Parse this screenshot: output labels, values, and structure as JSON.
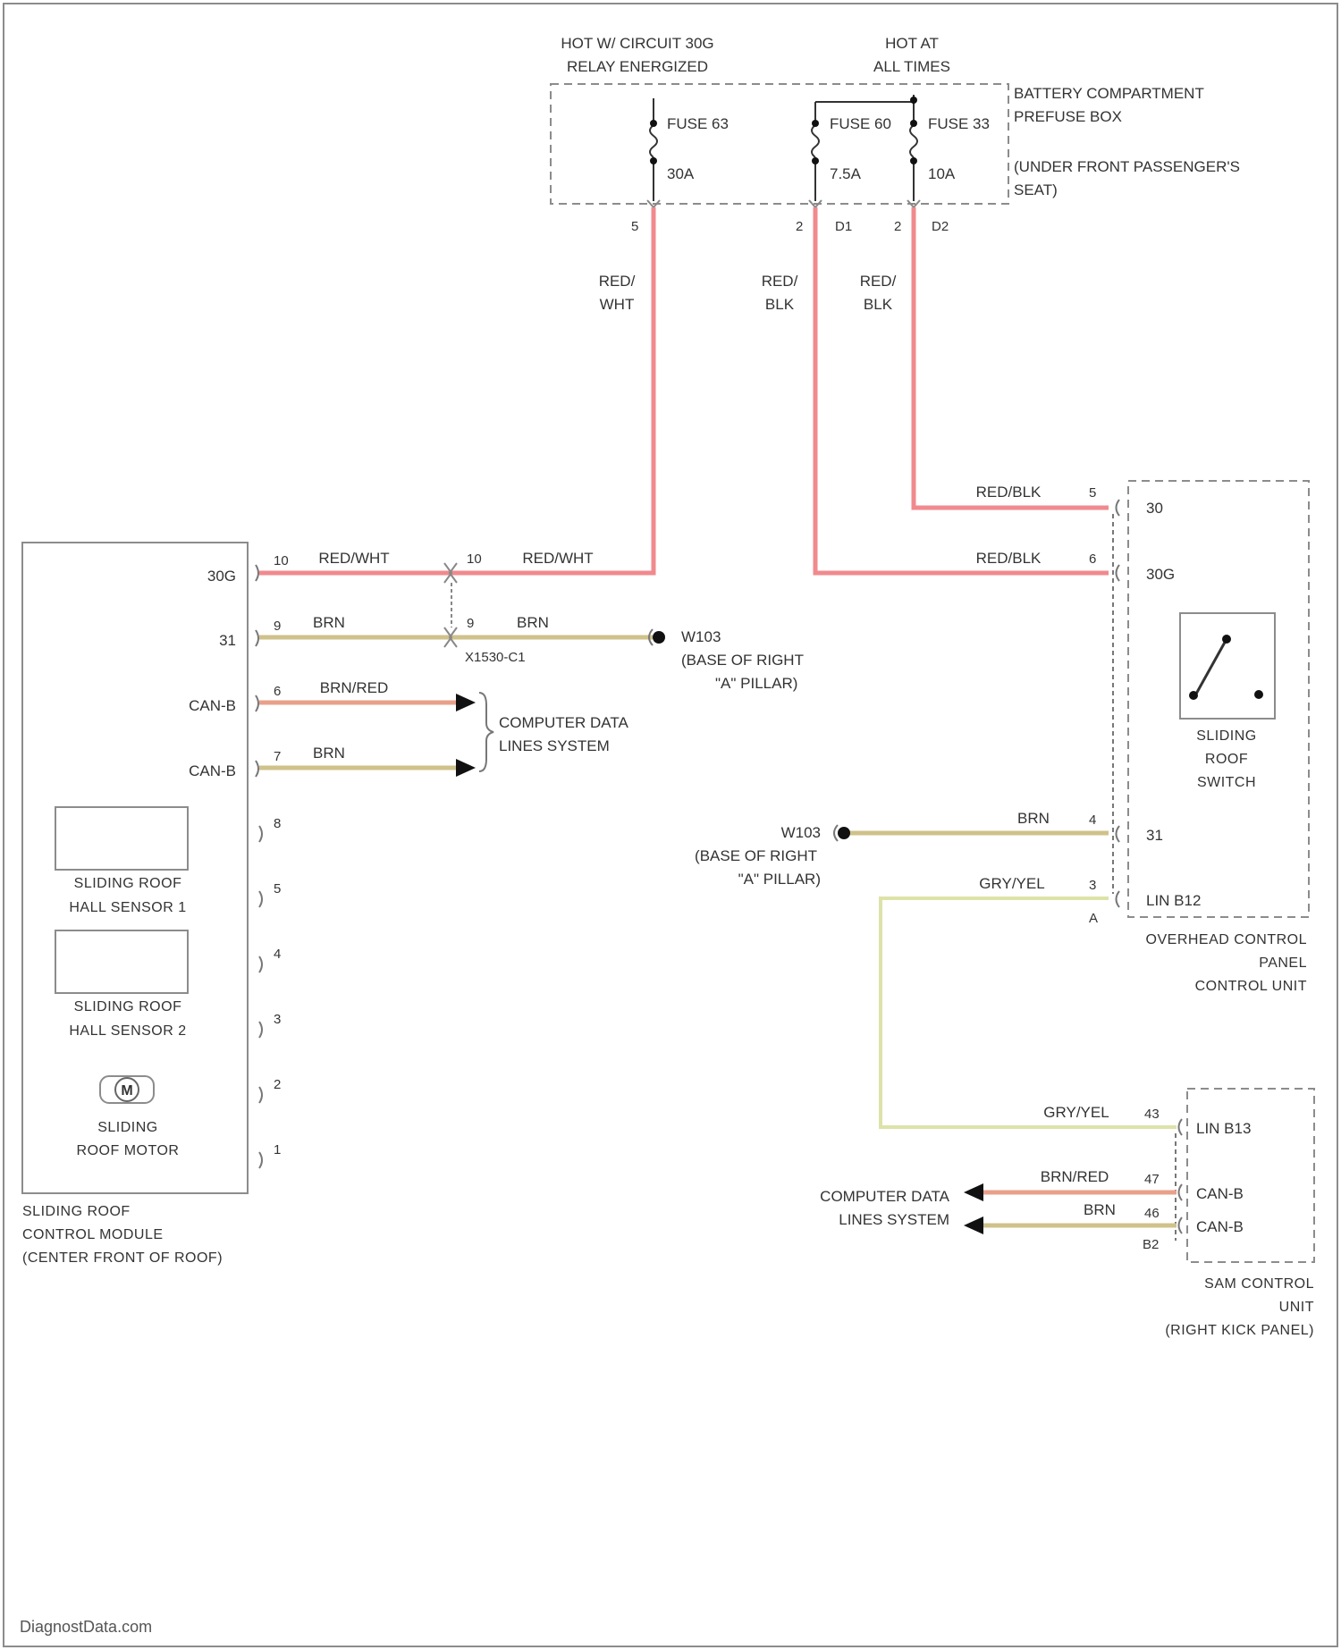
{
  "colors": {
    "red_white": "#f08a8e",
    "red_black": "#f08a8e",
    "brown": "#cfc28a",
    "brown_red": "#e9a08a",
    "gray_yellow": "#dde3a8",
    "frame": "#8c8c8c",
    "text": "#333333"
  },
  "source_labels": {
    "hot_circuit_line1": "HOT W/ CIRCUIT 30G",
    "hot_circuit_line2": "RELAY ENERGIZED",
    "hot_all_line1": "HOT AT",
    "hot_all_line2": "ALL TIMES"
  },
  "prefuse_box": {
    "title_line1": "BATTERY COMPARTMENT",
    "title_line2": "PREFUSE BOX",
    "loc_line1": "(UNDER FRONT PASSENGER'S",
    "loc_line2": "SEAT)",
    "fuse_a_name": "FUSE 63",
    "fuse_a_rating": "30A",
    "fuse_a_pin": "5",
    "fuse_b_name": "FUSE 60",
    "fuse_b_rating": "7.5A",
    "fuse_b_pin": "2",
    "fuse_b_conn": "D1",
    "fuse_c_name": "FUSE 33",
    "fuse_c_rating": "10A",
    "fuse_c_pin": "2",
    "fuse_c_conn": "D2"
  },
  "wire_labels": {
    "red_wht_v1": "RED/",
    "red_wht_v2": "WHT",
    "red_blk_v1": "RED/",
    "red_blk_v2": "BLK",
    "red_blk_v3": "RED/",
    "red_blk_v4": "BLK",
    "red_blk_h1": "RED/BLK",
    "red_blk_h2": "RED/BLK",
    "red_wht_h1": "RED/WHT",
    "red_wht_h2": "RED/WHT",
    "brn_1": "BRN",
    "brn_2": "BRN",
    "brn_red_1": "BRN/RED",
    "brn_3": "BRN",
    "brn_4": "BRN",
    "gry_yel_1": "GRY/YEL",
    "gry_yel_2": "GRY/YEL",
    "brn_red_2": "BRN/RED",
    "brn_5": "BRN"
  },
  "connector": {
    "name": "X1530-C1",
    "pin_a": "10",
    "pin_b": "9"
  },
  "grounds": {
    "g1_name": "W103",
    "g1_loc_line1": "(BASE OF RIGHT",
    "g1_loc_line2": "\"A\" PILLAR)",
    "g2_name": "W103",
    "g2_loc_line1": "(BASE OF RIGHT",
    "g2_loc_line2": "\"A\" PILLAR)"
  },
  "computer_data": {
    "left_line1": "COMPUTER DATA",
    "left_line2": "LINES SYSTEM",
    "right_line1": "COMPUTER DATA",
    "right_line2": "LINES SYSTEM"
  },
  "sliding_roof_module": {
    "term_30g": "30G",
    "term_31": "31",
    "term_can_h": "CAN-B",
    "term_can_l": "CAN-B",
    "pins": [
      "10",
      "9",
      "8",
      "7",
      "6",
      "5",
      "4",
      "3",
      "2",
      "1"
    ],
    "hall1_line1": "SLIDING ROOF",
    "hall1_line2": "HALL SENSOR 1",
    "hall2_line1": "SLIDING ROOF",
    "hall2_line2": "HALL SENSOR 2",
    "motor_symbol": "M",
    "motor_line1": "SLIDING",
    "motor_line2": "ROOF MOTOR",
    "name_line1": "SLIDING ROOF",
    "name_line2": "CONTROL MODULE",
    "name_line3": "(CENTER FRONT OF ROOF)"
  },
  "overhead_panel": {
    "term_30": "30",
    "term_30g": "30G",
    "term_31": "31",
    "term_lin": "LIN B12",
    "pin_30": "5",
    "pin_30g": "6",
    "pin_31": "4",
    "pin_lin": "3",
    "conn": "A",
    "switch_line1": "SLIDING",
    "switch_line2": "ROOF",
    "switch_line3": "SWITCH",
    "name_line1": "OVERHEAD CONTROL",
    "name_line2": "PANEL",
    "name_line3": "CONTROL UNIT"
  },
  "sam_unit": {
    "term_lin": "LIN B13",
    "term_can_h": "CAN-B",
    "term_can_l": "CAN-B",
    "pin_lin": "43",
    "pin_can_h": "47",
    "pin_can_l": "46",
    "conn": "B2",
    "name_line1": "SAM CONTROL",
    "name_line2": "UNIT",
    "name_line3": "(RIGHT KICK PANEL)"
  },
  "footer": {
    "watermark": "DiagnostData.com"
  }
}
